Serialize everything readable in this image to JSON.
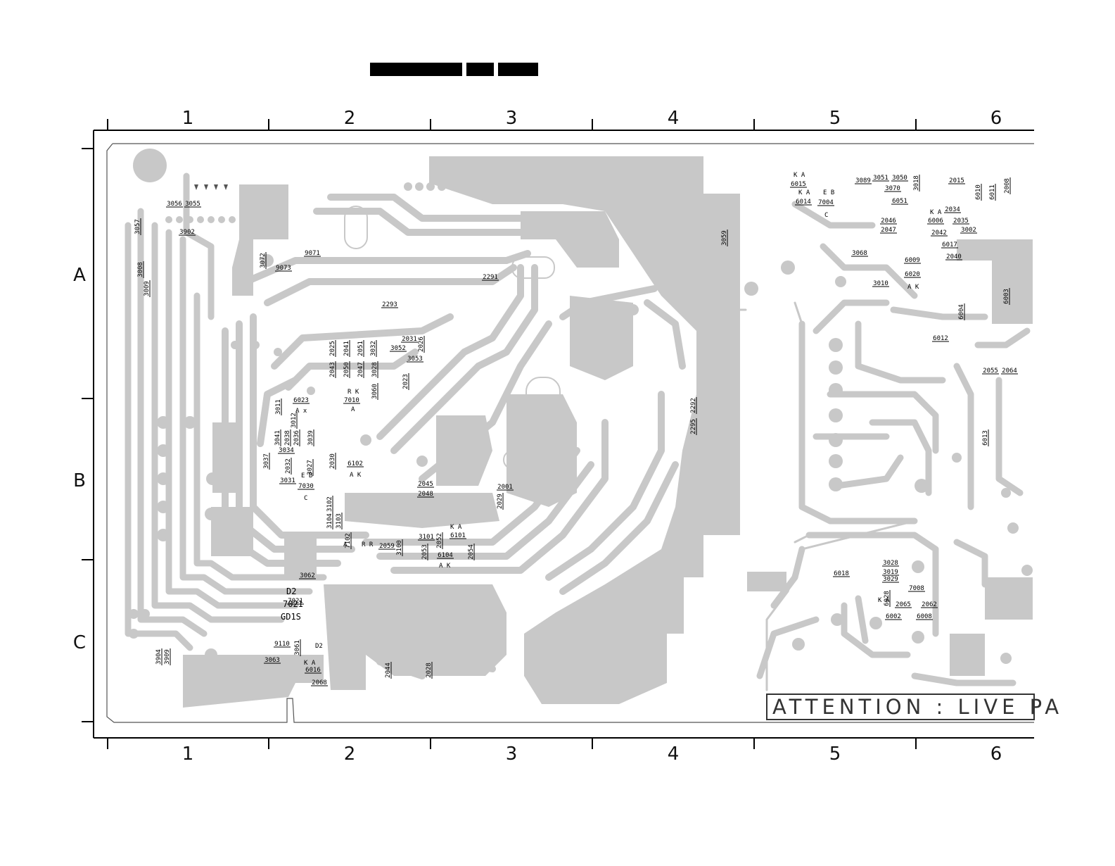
{
  "column_labels": [
    "1",
    "2",
    "3",
    "4",
    "5",
    "6"
  ],
  "row_labels": [
    "A",
    "B",
    "C"
  ],
  "warning_text": "ATTENTION : LIVE PA",
  "colors": {
    "copper": "#c8c8c8",
    "outline": "#555555",
    "frame": "#000000",
    "redaction": "#000000"
  },
  "components": [
    {
      "id": "3056"
    },
    {
      "id": "3055"
    },
    {
      "id": "3057"
    },
    {
      "id": "3902"
    },
    {
      "id": "3008"
    },
    {
      "id": "3009"
    },
    {
      "id": "9071"
    },
    {
      "id": "3072"
    },
    {
      "id": "9073"
    },
    {
      "id": "2293"
    },
    {
      "id": "2291"
    },
    {
      "id": "2025"
    },
    {
      "id": "2041"
    },
    {
      "id": "2051"
    },
    {
      "id": "3032"
    },
    {
      "id": "2031"
    },
    {
      "id": "2026"
    },
    {
      "id": "3052"
    },
    {
      "id": "3053"
    },
    {
      "id": "2043"
    },
    {
      "id": "2050"
    },
    {
      "id": "2047"
    },
    {
      "id": "3028"
    },
    {
      "id": "2023"
    },
    {
      "id": "3060"
    },
    {
      "id": "7010"
    },
    {
      "id": "6023"
    },
    {
      "id": "3011"
    },
    {
      "id": "3012"
    },
    {
      "id": "3041"
    },
    {
      "id": "2038"
    },
    {
      "id": "2036"
    },
    {
      "id": "3039"
    },
    {
      "id": "3034"
    },
    {
      "id": "3037"
    },
    {
      "id": "2032"
    },
    {
      "id": "3027"
    },
    {
      "id": "3031"
    },
    {
      "id": "7030"
    },
    {
      "id": "2030"
    },
    {
      "id": "6102"
    },
    {
      "id": "2045"
    },
    {
      "id": "2048"
    },
    {
      "id": "2001"
    },
    {
      "id": "2029"
    },
    {
      "id": "3102"
    },
    {
      "id": "3104"
    },
    {
      "id": "3103"
    },
    {
      "id": "7102"
    },
    {
      "id": "2059"
    },
    {
      "id": "3100"
    },
    {
      "id": "3101"
    },
    {
      "id": "2052"
    },
    {
      "id": "6101"
    },
    {
      "id": "6104"
    },
    {
      "id": "2053"
    },
    {
      "id": "2054"
    },
    {
      "id": "3062"
    },
    {
      "id": "7021"
    },
    {
      "id": "9110"
    },
    {
      "id": "3061"
    },
    {
      "id": "3063"
    },
    {
      "id": "6016"
    },
    {
      "id": "2068"
    },
    {
      "id": "3904"
    },
    {
      "id": "3909"
    },
    {
      "id": "2044"
    },
    {
      "id": "2028"
    },
    {
      "id": "2292"
    },
    {
      "id": "2295"
    },
    {
      "id": "3059"
    },
    {
      "id": "6015"
    },
    {
      "id": "6014"
    },
    {
      "id": "7004"
    },
    {
      "id": "3089"
    },
    {
      "id": "3051"
    },
    {
      "id": "3050"
    },
    {
      "id": "3070"
    },
    {
      "id": "6051"
    },
    {
      "id": "3018"
    },
    {
      "id": "2015"
    },
    {
      "id": "6010"
    },
    {
      "id": "6011"
    },
    {
      "id": "2008"
    },
    {
      "id": "2034"
    },
    {
      "id": "6006"
    },
    {
      "id": "2035"
    },
    {
      "id": "3002"
    },
    {
      "id": "2046"
    },
    {
      "id": "2047"
    },
    {
      "id": "2042"
    },
    {
      "id": "6017"
    },
    {
      "id": "2040"
    },
    {
      "id": "3068"
    },
    {
      "id": "6009"
    },
    {
      "id": "6020"
    },
    {
      "id": "3010"
    },
    {
      "id": "6004"
    },
    {
      "id": "6003"
    },
    {
      "id": "6012"
    },
    {
      "id": "2055"
    },
    {
      "id": "2064"
    },
    {
      "id": "6013"
    },
    {
      "id": "6018"
    },
    {
      "id": "3028"
    },
    {
      "id": "3019"
    },
    {
      "id": "3029"
    },
    {
      "id": "7008"
    },
    {
      "id": "2065"
    },
    {
      "id": "2062"
    },
    {
      "id": "6002"
    },
    {
      "id": "6008"
    },
    {
      "id": "6028"
    }
  ]
}
